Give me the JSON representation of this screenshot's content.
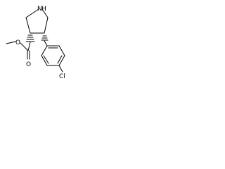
{
  "molecule": {
    "atoms": {
      "n": "N",
      "h": "H",
      "o_methoxy": "O",
      "o_carbonyl": "O",
      "cl": "Cl"
    }
  }
}
